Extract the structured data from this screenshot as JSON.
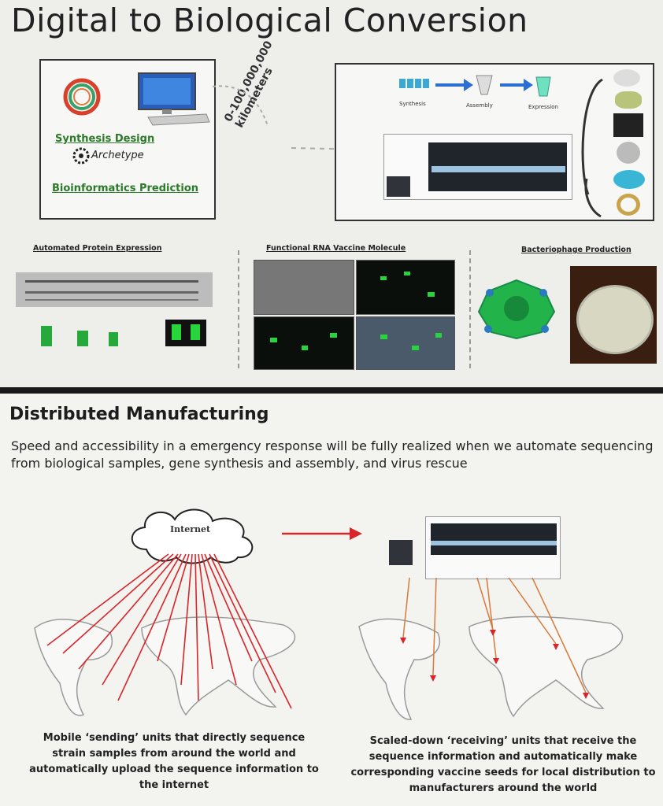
{
  "slide1": {
    "title": "Digital to Biological Conversion",
    "design_box": {
      "synthesis_design": "Synthesis Design",
      "archetype": "Archetype",
      "bioinformatics": "Bioinformatics Prediction"
    },
    "distance": {
      "line1": "0-100,000,000",
      "line2": "kilometers"
    },
    "steps": [
      "Synthesis",
      "Assembly",
      "Expression"
    ],
    "panels": {
      "protein": "Automated Protein Expression",
      "rna": "Functional RNA Vaccine Molecule",
      "phage": "Bacteriophage Production"
    }
  },
  "slide2": {
    "title": "Distributed Manufacturing",
    "paragraph": "Speed and accessibility in a emergency response will be fully realized when we automate sequencing from biological samples, gene synthesis and assembly, and virus rescue",
    "cloud_label": "Internet",
    "caption_left": "Mobile ‘sending’ units that directly sequence strain samples from around the world and automatically upload the sequence information to the internet",
    "caption_right": "Scaled-down ‘receiving’ units that receive the sequence information and automatically make corresponding vaccine seeds for local distribution to manufacturers around the world"
  },
  "colors": {
    "accent_green": "#2a7a2a",
    "arrow_blue": "#2b6fd6",
    "arrow_red": "#d8262b",
    "fluorescent": "#27d43b"
  }
}
